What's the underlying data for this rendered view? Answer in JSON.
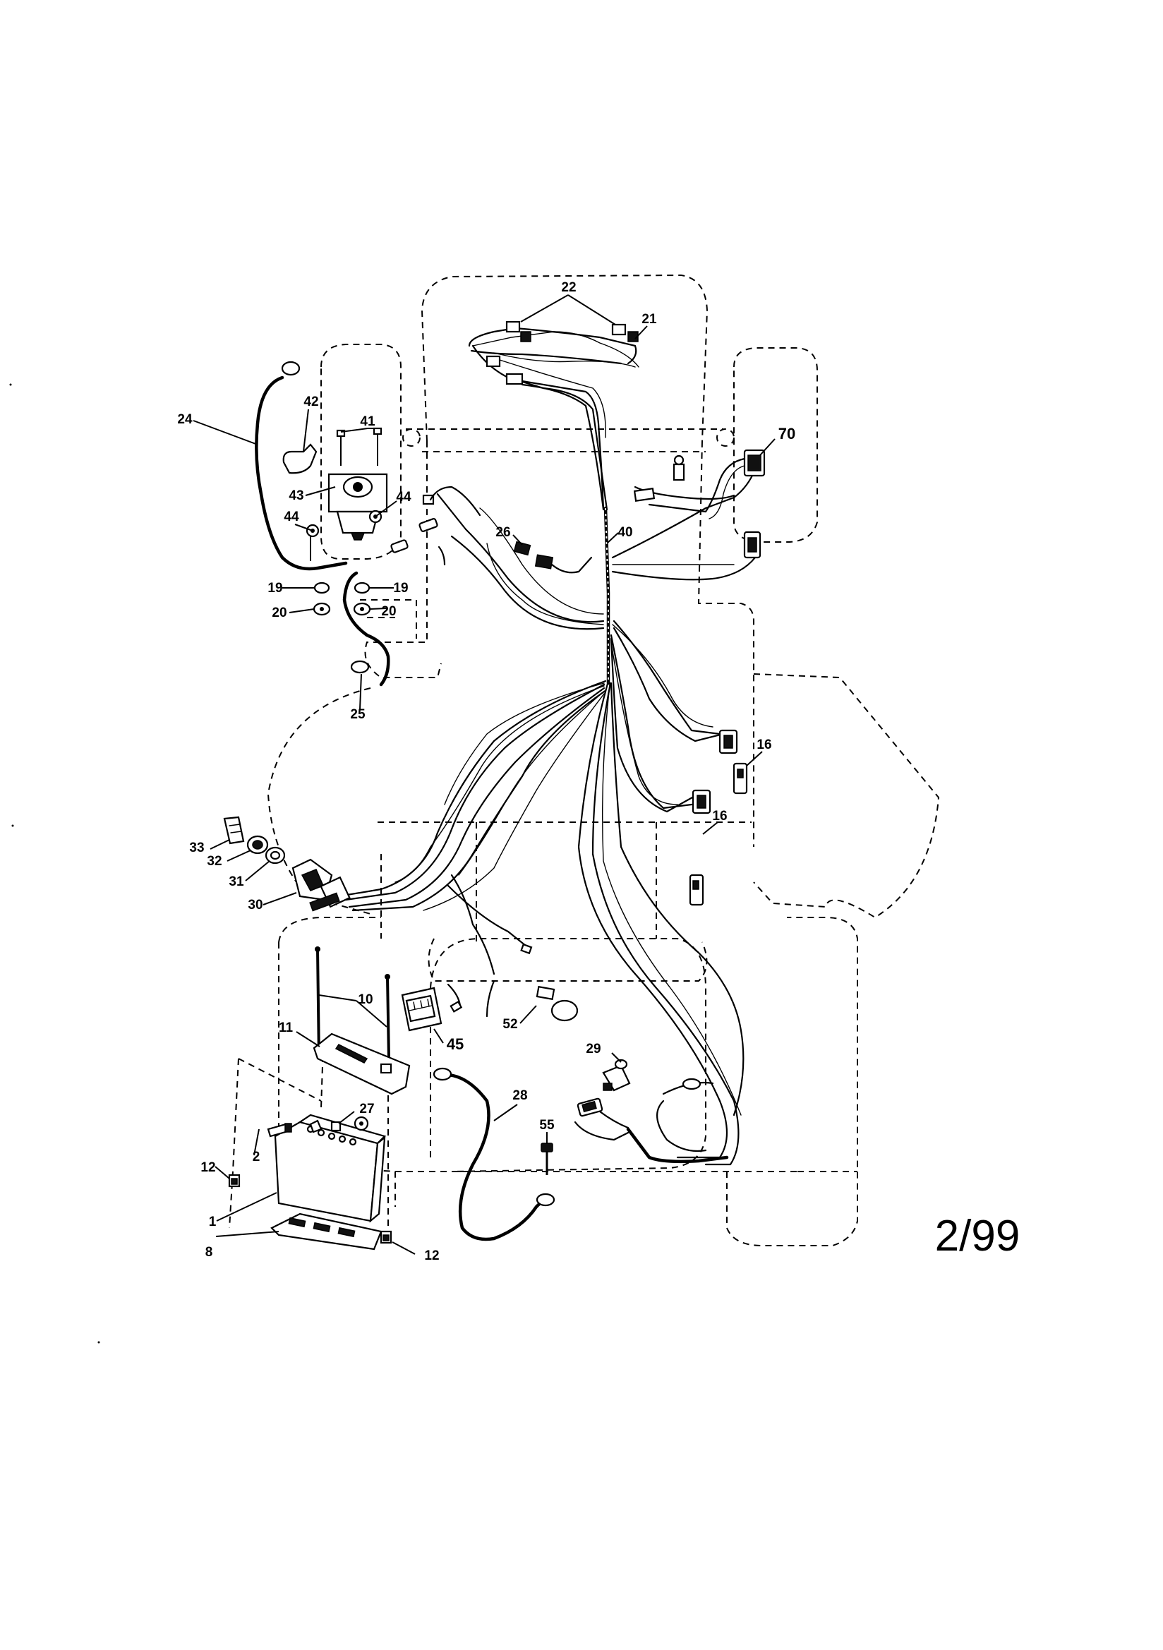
{
  "callouts": {
    "c22": "22",
    "c21": "21",
    "c70": "70",
    "c42": "42",
    "c41": "41",
    "c24": "24",
    "c43": "43",
    "c44a": "44",
    "c44b": "44",
    "c19a": "19",
    "c19b": "19",
    "c20a": "20",
    "c20b": "20",
    "c25": "25",
    "c26": "26",
    "c40": "40",
    "c16a": "16",
    "c16b": "16",
    "c33": "33",
    "c32": "32",
    "c31": "31",
    "c30": "30",
    "c10": "10",
    "c11": "11",
    "c45": "45",
    "c52": "52",
    "c29": "29",
    "c28": "28",
    "c27": "27",
    "c55": "55",
    "c2": "2",
    "c12a": "12",
    "c12b": "12",
    "c1": "1",
    "c8": "8"
  },
  "page_code": "2/99",
  "parts": [
    "ignition-switch",
    "starter-solenoid",
    "battery",
    "battery-tray",
    "hold-down-bracket",
    "wiring-harness",
    "ammeter",
    "headlight-bulbs",
    "interlock-switches"
  ]
}
